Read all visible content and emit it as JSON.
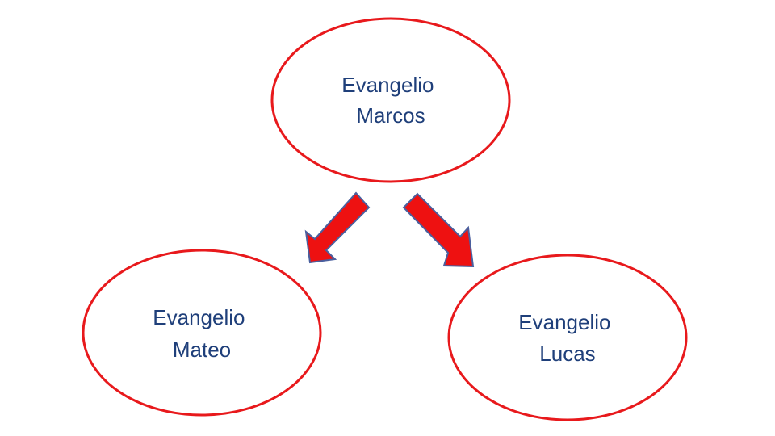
{
  "nodes": [
    {
      "id": "marcos",
      "line1": "Evangelio",
      "line2": "Marcos"
    },
    {
      "id": "mateo",
      "line1": "Evangelio",
      "line2": "Mateo"
    },
    {
      "id": "lucas",
      "line1": "Evangelio",
      "line2": "Lucas"
    }
  ],
  "edges": [
    {
      "from": "marcos",
      "to": "mateo"
    },
    {
      "from": "marcos",
      "to": "lucas"
    }
  ],
  "colors": {
    "ellipse_stroke": "#e8191c",
    "ellipse_fill": "#ffffff",
    "arrow_fill": "#ee1111",
    "arrow_stroke": "#4a5f9e",
    "text": "#1f3f7a"
  }
}
